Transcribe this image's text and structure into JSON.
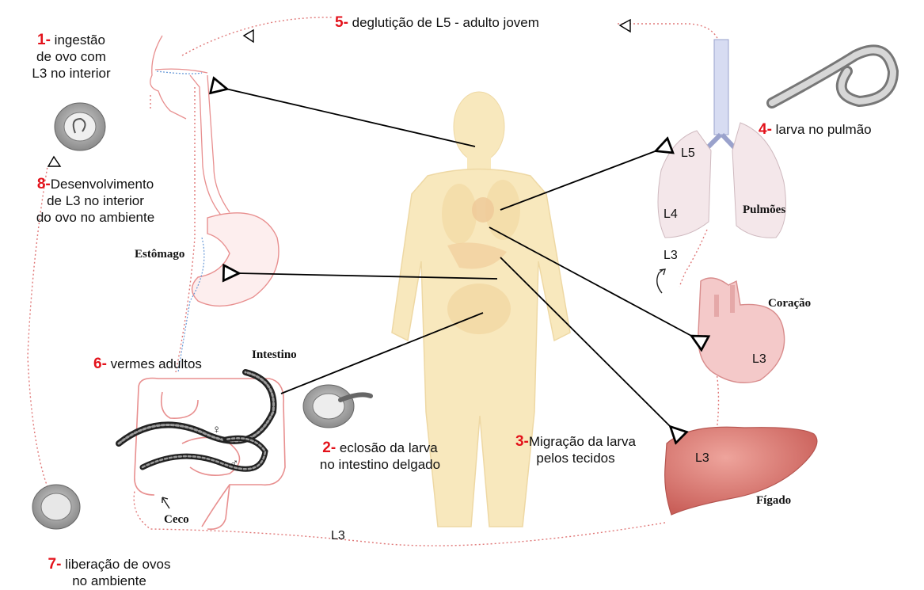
{
  "steps": [
    {
      "num": "1-",
      "text": [
        "ingestão",
        "de ovo com",
        "L3 no interior"
      ]
    },
    {
      "num": "2-",
      "text": [
        "eclosão da larva",
        "no intestino delgado"
      ]
    },
    {
      "num": "3-",
      "text": [
        "Migração da larva",
        "pelos tecidos"
      ]
    },
    {
      "num": "4-",
      "text": [
        "larva no pulmão"
      ]
    },
    {
      "num": "5-",
      "text": [
        "deglutição de L5 - adulto jovem"
      ]
    },
    {
      "num": "6-",
      "text": [
        "vermes adultos"
      ]
    },
    {
      "num": "7-",
      "text": [
        "liberação de ovos",
        "no ambiente"
      ]
    },
    {
      "num": "8-",
      "text": [
        "Desenvolvimento",
        "de L3 no interior",
        "do ovo no ambiente"
      ]
    }
  ],
  "organs": {
    "stomach": "Estômago",
    "intestine": "Intestino",
    "cecum": "Ceco",
    "lungs": "Pulmões",
    "heart": "Coração",
    "liver": "Fígado"
  },
  "stage_labels": {
    "lung_l5": "L5",
    "lung_l4": "L4",
    "lung_l3": "L3",
    "heart_l3": "L3",
    "liver_l3": "L3",
    "bottom_l3": "L3"
  },
  "sex_symbols": {
    "female": "♀",
    "male": "♂"
  },
  "colors": {
    "step_number": "#e3121b",
    "cycle_path": "#e07878",
    "arrow": "#000000",
    "body": "#f6e1a8",
    "liver": "#d9776f",
    "heart": "#f4c9c9",
    "lungs": "#e8d5d9",
    "stomach_outline": "#e88f8f"
  },
  "icons": [
    "egg-icon",
    "hatching-larva-icon",
    "adult-worm-icon",
    "human-body-icon"
  ]
}
